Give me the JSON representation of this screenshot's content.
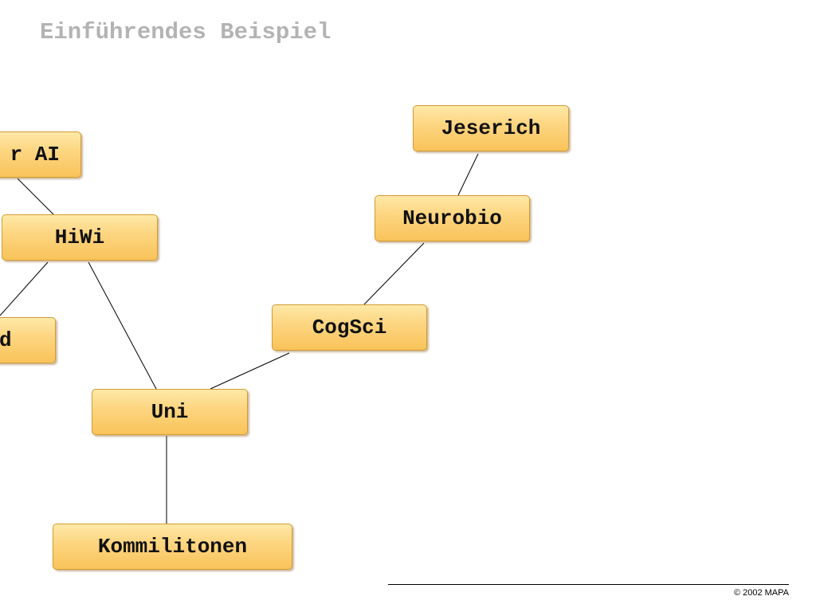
{
  "slide": {
    "title": "Einführendes Beispiel",
    "footer": "© 2002 MAPA"
  },
  "diagram": {
    "nodes": {
      "jeserich": "Jeserich",
      "neurobio": "Neurobio",
      "cogsci": "CogSci",
      "uni": "Uni",
      "kommilitonen": "Kommilitonen",
      "hiwi": "HiWi",
      "ai": "r AI",
      "left_cut": "d"
    },
    "edges": [
      [
        "jeserich",
        "neurobio"
      ],
      [
        "neurobio",
        "cogsci"
      ],
      [
        "cogsci",
        "uni"
      ],
      [
        "uni",
        "kommilitonen"
      ],
      [
        "uni",
        "hiwi"
      ],
      [
        "hiwi",
        "ai"
      ],
      [
        "hiwi",
        "left_cut"
      ]
    ]
  }
}
